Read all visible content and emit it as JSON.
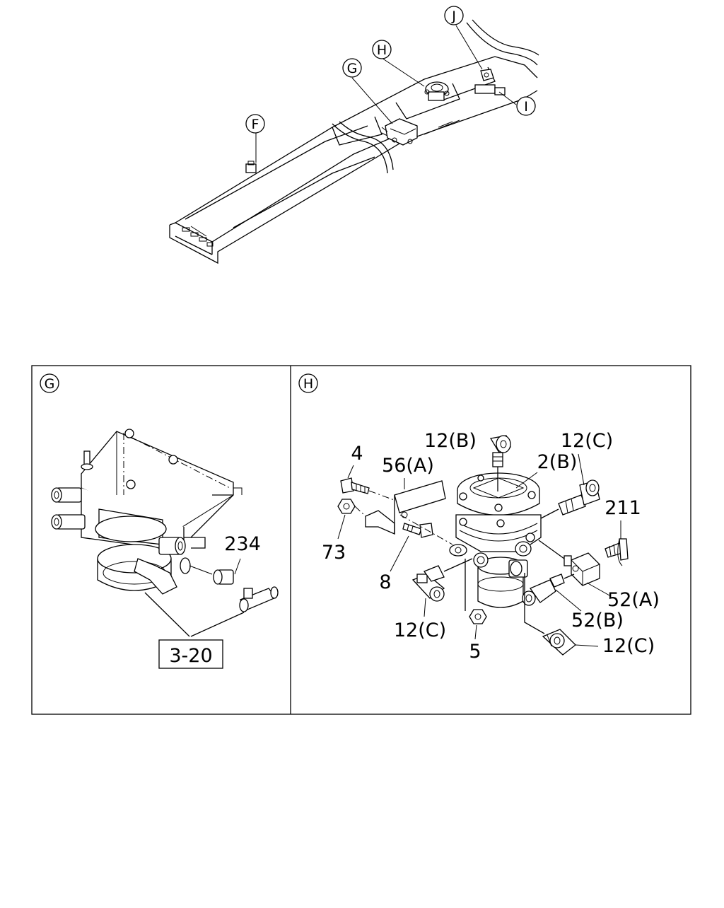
{
  "overview": {
    "callouts": [
      "F",
      "G",
      "H",
      "I",
      "J"
    ]
  },
  "panel_g": {
    "letter": "G",
    "labels": {
      "p234": "234"
    },
    "ref_box": "3-20"
  },
  "panel_h": {
    "letter": "H",
    "labels": {
      "p12b": "12(B)",
      "p12c_top": "12(C)",
      "p4": "4",
      "p56a": "56(A)",
      "p2b": "2(B)",
      "p211": "211",
      "p73": "73",
      "p8": "8",
      "p52a": "52(A)",
      "p52b": "52(B)",
      "p12c_left": "12(C)",
      "p5": "5",
      "p12c_bottom": "12(C)"
    }
  }
}
